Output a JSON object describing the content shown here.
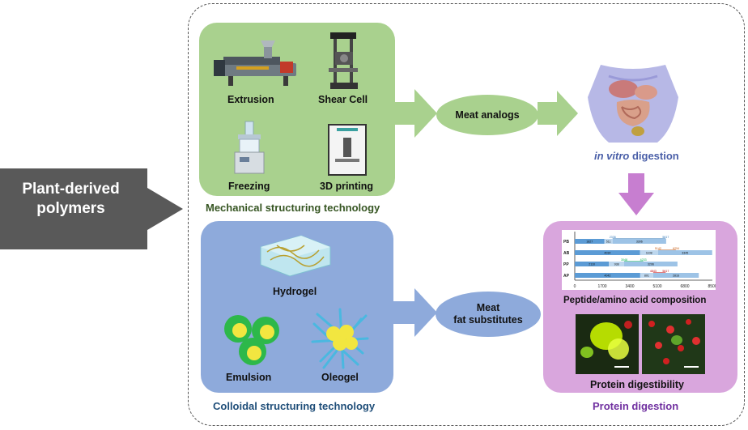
{
  "left": {
    "label": "Plant-derived polymers"
  },
  "mechanical": {
    "title": "Mechanical structuring technology",
    "items": [
      "Extrusion",
      "Shear Cell",
      "Freezing",
      "3D printing"
    ]
  },
  "colloidal": {
    "title": "Colloidal structuring technology",
    "items": [
      "Hydrogel",
      "Emulsion",
      "Oleogel"
    ]
  },
  "outputs": {
    "meat_analogs": "Meat analogs",
    "fat_line1": "Meat",
    "fat_line2": "fat substitutes"
  },
  "digestion": {
    "invitro_italic": "in vitro",
    "invitro_rest": " digestion",
    "box_title": "Protein digestion",
    "peptide_label": "Peptide/amino  acid composition",
    "digestibility_label": "Protein digestibility"
  },
  "colors": {
    "green_box": "#a9d18e",
    "blue_box": "#8eaadb",
    "purple_box": "#d9a6dd",
    "green_arrow": "#a9d18e",
    "blue_arrow": "#8eaadb",
    "purple_arrow": "#c77ed0",
    "dark_arrow": "#595959",
    "mech_title": "#375623",
    "colloid_title": "#1f4e79",
    "digest_title": "#7030a0",
    "invitro_text": "#4a5fa8"
  },
  "chart_data": {
    "type": "bar",
    "orientation": "horizontal",
    "categories": [
      "PB",
      "AB",
      "PP",
      "AP"
    ],
    "xlim": [
      0,
      8500
    ],
    "xticks": [
      "0",
      "1700",
      "3400",
      "5100",
      "6800",
      "8500"
    ],
    "series_values": [
      [
        "1827",
        "511",
        "3306"
      ],
      [
        "4034",
        "1108",
        "3345"
      ],
      [
        "2110",
        "938",
        "3296"
      ],
      [
        "4042",
        "801",
        "2816"
      ]
    ],
    "annotations": [
      [
        "2336",
        "5617"
      ],
      [
        "5142",
        "6254"
      ],
      [
        "3048",
        "4233"
      ],
      [
        "4843",
        "5617"
      ]
    ]
  }
}
